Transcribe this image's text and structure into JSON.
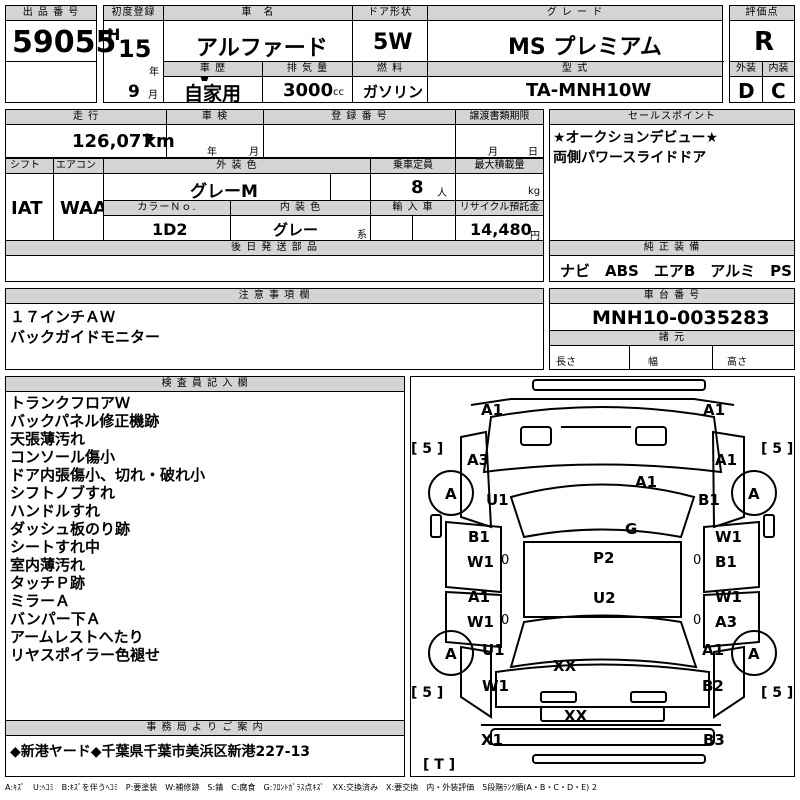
{
  "headers": {
    "lot_no": "出 品 番 号",
    "first_reg": "初度登録",
    "car_name": "車　名",
    "door": "ドア形状",
    "grade": "グ レ ー ド",
    "score": "評価点",
    "history": "車 歴",
    "displacement": "排 気 量",
    "fuel": "燃 料",
    "model": "型 式",
    "exterior": "外装",
    "interior": "内装",
    "mileage": "走 行",
    "inspection": "車 検",
    "reg_no": "登 録 番 号",
    "transfer": "譲渡書類期限",
    "sales_point": "セールスポイント",
    "shift": "シフト",
    "aircon": "エアコン",
    "ext_color": "外 装 色",
    "capacity": "乗車定員",
    "max_load": "最大積載量",
    "color_no": "カラーＮｏ.",
    "int_color": "内 装 色",
    "import": "輸 入 車",
    "recycle": "リサイクル預託金",
    "later_parts": "後 日 発 送 部 品",
    "genuine": "純 正 装 備",
    "caution": "注 意 事 項 欄",
    "chassis": "車 台 番 号",
    "specs": "諸 元",
    "inspector": "検 査 員 記 入 欄",
    "office": "事 務 局 よ り ご 案 内"
  },
  "vehicle": {
    "lot_no": "59055",
    "era": "H",
    "year": "15",
    "year_unit": "年",
    "month": "9",
    "month_unit": "月",
    "name": "アルファード V",
    "door": "5W",
    "grade": "MS プレミアム",
    "score": "R",
    "history": "自家用",
    "displacement": "3000",
    "displacement_unit": "cc",
    "fuel": "ガソリン",
    "model": "TA-MNH10W",
    "exterior_grade": "D",
    "interior_grade": "C",
    "mileage": "126,077",
    "mileage_unit": "km",
    "inspection_year_unit": "年",
    "inspection_month_unit": "月",
    "transfer_month_unit": "月",
    "transfer_day_unit": "日",
    "shift": "IAT",
    "aircon": "WAA",
    "ext_color": "グレーM",
    "capacity": "8",
    "capacity_unit": "人",
    "load_unit": "kg",
    "color_no": "1D2",
    "int_color": "グレー",
    "int_color_unit": "系",
    "recycle": "14,480",
    "recycle_unit": "円",
    "chassis": "MNH10-0035283",
    "spec_length": "長さ",
    "spec_width": "幅",
    "spec_height": "高さ"
  },
  "sales_points": [
    "★オークションデビュー★",
    "両側パワースライドドア"
  ],
  "genuine_equipment": "ナビ　ABS　エアB　アルミ　PS　PW",
  "caution_notes": [
    "１７インチＡＷ",
    "バックガイドモニター"
  ],
  "inspector_notes": [
    "トランクフロアＷ",
    "バックパネル修正機跡",
    "天張薄汚れ",
    "コンソール傷小",
    "ドア内張傷小、切れ・破れ小",
    "シフトノブすれ",
    "ハンドルすれ",
    "ダッシュ板のり跡",
    "シートすれ中",
    "室内薄汚れ",
    "タッチＰ跡",
    "ミラーＡ",
    "バンパー下Ａ",
    "アームレストへたり",
    "リヤスポイラー色褪せ"
  ],
  "office_note": "◆新港ヤード◆千葉県千葉市美浜区新港227-13",
  "legend": "A:ｷｽﾞ　U:ﾍｺﾐ　B:ｷｽﾞを伴うﾍｺﾐ　P:要塗装　W:補修跡　S:錆　C:腐食　G:ﾌﾛﾝﾄｶﾞﾗｽ点ｷｽﾞ　XX:交換済み　X:要交換　内・外装評価　5段階ﾗﾝｸ順(A・B・C・D・E) 2",
  "diagram": {
    "top_left": "A1",
    "top_right": "A1",
    "bracket_tl": "[ 5 ]",
    "bracket_tr": "[ 5 ]",
    "bracket_bl": "[ 5 ]",
    "bracket_br": "[ 5 ]",
    "bracket_bottom": "[ T ]",
    "a3_left": "A3",
    "a1_right_upper": "A1",
    "tire_fl": "A",
    "tire_fr": "A",
    "tire_rl": "A",
    "tire_rr": "A",
    "u1_left": "U1",
    "hood": "A1",
    "b1_right": "B1",
    "glass": "G",
    "l_b1": "B1",
    "l_w1": "W1",
    "r_w1": "W1",
    "r_b1": "B1",
    "roof": "P2",
    "l_a1": "A1",
    "l_w1b": "W1",
    "r_w1b": "W1",
    "r_a3": "A3",
    "rear_roof": "U2",
    "l_u1": "U1",
    "r_a1": "A1",
    "l_w1c": "W1",
    "r_b2": "B2",
    "trunk": "XX",
    "rear_panel": "XX",
    "bumper_l": "X1",
    "bumper_r": "B3",
    "o1": "0",
    "o2": "0",
    "o3": "0",
    "o4": "0"
  }
}
